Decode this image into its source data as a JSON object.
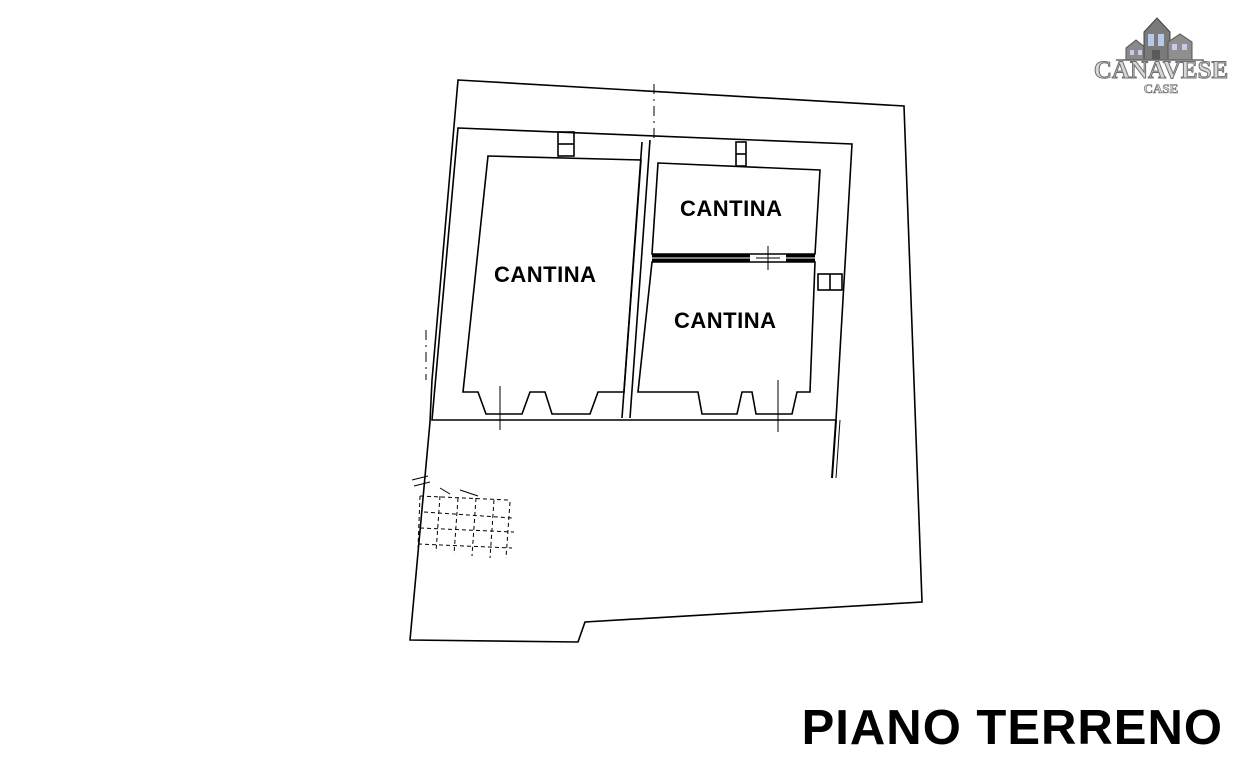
{
  "plan": {
    "title": "PIANO TERRENO",
    "rooms": [
      {
        "id": "cantina-1",
        "label": "CANTINA"
      },
      {
        "id": "cantina-2",
        "label": "CANTINA"
      },
      {
        "id": "cantina-3",
        "label": "CANTINA"
      }
    ]
  },
  "logo": {
    "name": "CANAVESE",
    "sub": "CASE"
  }
}
